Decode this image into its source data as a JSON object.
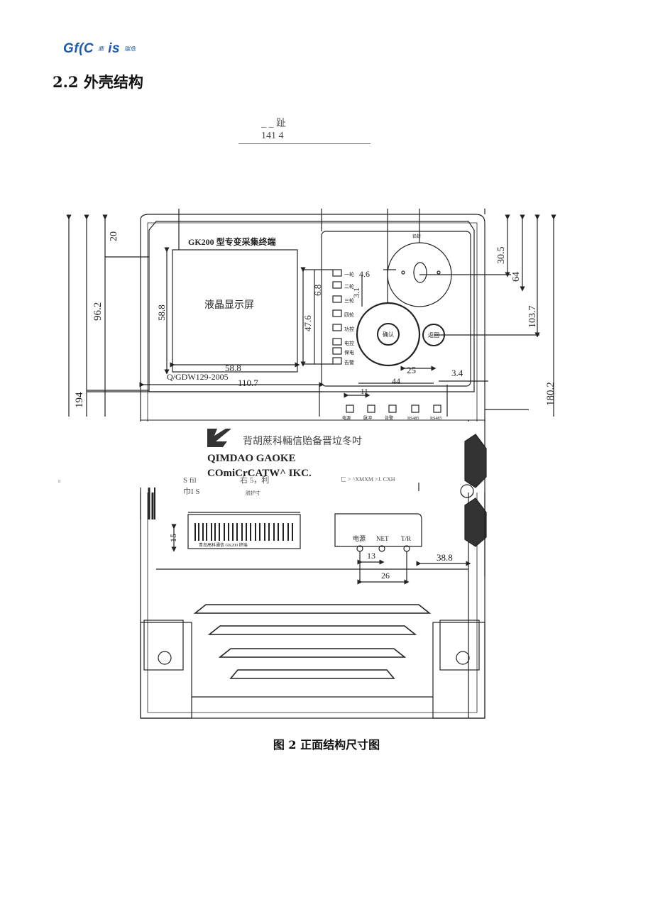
{
  "header": {
    "logo_main": "Gf(C",
    "logo_small1": "鼎",
    "logo_mid": "is",
    "logo_small2": "瑞危"
  },
  "section": {
    "title": "2.2 外壳结构"
  },
  "top_note": {
    "line1": "_ _ 趾",
    "line2": "141 4"
  },
  "figure": {
    "device_model": "GK200 型专变采集终端",
    "lcd_label": "液晶显示屏",
    "standard": "Q/GDW129-2005",
    "led_labels": [
      "一轮",
      "二轮",
      "三轮",
      "四轮",
      "功控",
      "电控",
      "保电",
      "告警"
    ],
    "keypad_center": "确认",
    "side_button": "返回",
    "seal_label": "铅封",
    "dims": {
      "d20": "20",
      "d96_2": "96.2",
      "d194": "194",
      "d58_8v": "58.8",
      "d58_8h": "58.8",
      "d47_6": "47.6",
      "d6_8": "6.8",
      "d3_1": "3.1",
      "d4_6": "4.6",
      "d110_7": "110.7",
      "d30_5": "30.5",
      "d64": "64",
      "d103_7": "103.7",
      "d180_2": "180.2",
      "d25": "25",
      "d44": "44",
      "d3_4": "3.4",
      "d11": "11",
      "d15": "15",
      "d13": "13",
      "d26": "26",
      "d38_8": "38.8"
    },
    "port_labels": [
      "电源",
      "NET",
      "T/R"
    ],
    "company_cn": "背胡蔗科輛信贻备晋垃冬吋",
    "company_en1": "QIMDAO GAOKE",
    "company_en2": "COmiCrCATW^ IKC.",
    "nameplate_left1": "S fil",
    "nameplate_left2": "巾I S",
    "nameplate_mid": "右 5，利",
    "nameplate_mid2": "脱护寸",
    "nameplate_right": "匚 > ^XMXM >J. CXH",
    "nameplate_tiny": "n",
    "terminal_labels": [
      "电源",
      "脉冲",
      "告警",
      "RS485",
      "RS485"
    ],
    "barcode_text": "青岛高科通信    GK200 终端"
  },
  "caption": "图 2 正面结构尺寸图"
}
